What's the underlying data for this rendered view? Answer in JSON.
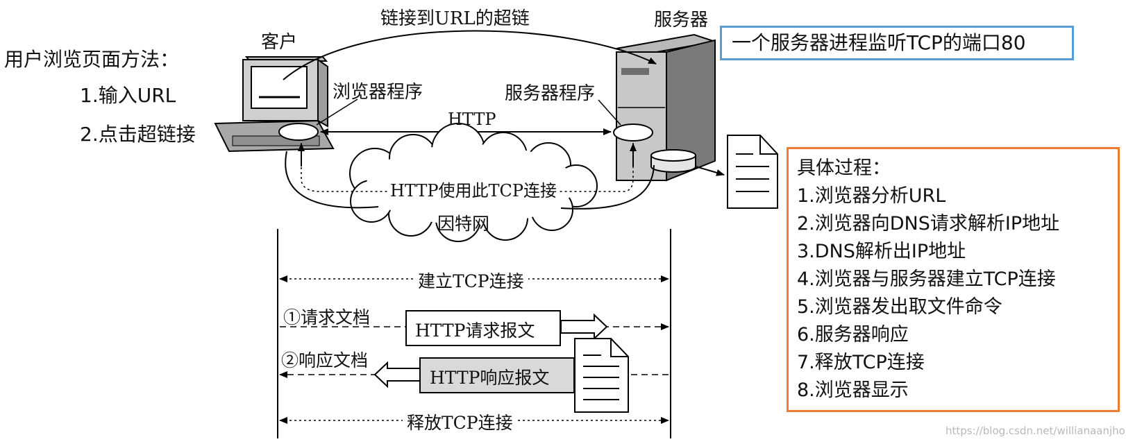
{
  "labels": {
    "user_methods_title": "用户浏览页面方法：",
    "method_1": "1.输入URL",
    "method_2": "2.点击超链接",
    "client": "客户",
    "server": "服务器",
    "hyperlink": "链接到URL的超链",
    "browser_program": "浏览器程序",
    "server_program": "服务器程序",
    "http": "HTTP",
    "http_uses_tcp": "HTTP使用此TCP连接",
    "internet": "因特网",
    "establish_tcp": "建立TCP连接",
    "request_doc": "①请求文档",
    "http_request": "HTTP请求报文",
    "response_doc": "②响应文档",
    "http_response": "HTTP响应报文",
    "release_tcp": "释放TCP连接"
  },
  "server_note": "一个服务器进程监听TCP的端口80",
  "process": {
    "title": "具体过程：",
    "steps": [
      "1.浏览器分析URL",
      "2.浏览器向DNS请求解析IP地址",
      "3.DNS解析出IP地址",
      "4.浏览器与服务器建立TCP连接",
      "5.浏览器发出取文件命令",
      "6.服务器响应",
      "7.释放TCP连接",
      "8.浏览器显示"
    ]
  },
  "watermark": "https://blog.csdn.net/willianaanjhon",
  "colors": {
    "note_border": "#5b9bd5",
    "process_border": "#ed7d31",
    "response_box_fill": "#d9d9d9"
  }
}
